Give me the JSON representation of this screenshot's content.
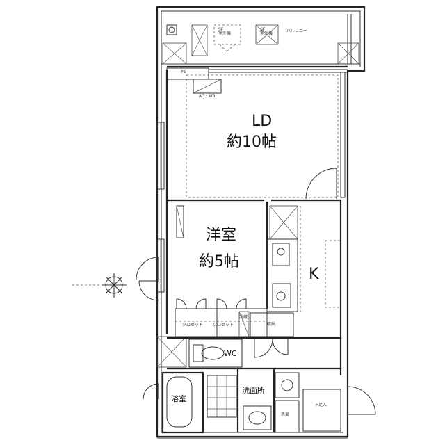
{
  "rooms": {
    "ld": {
      "name": "LD",
      "size": "約10帖"
    },
    "western": {
      "name": "洋室",
      "size": "約5帖"
    },
    "kitchen": {
      "name": "K"
    },
    "wc": {
      "name": "WC"
    },
    "bath": {
      "name": "浴室"
    },
    "washroom": {
      "name": "洗面所"
    }
  },
  "balcony": {
    "label": "バルコニー",
    "unit1": "SF\n室外機",
    "unit2": "SF\n室外機"
  },
  "small_labels": {
    "ps": "PS",
    "acmb": "AC・MB",
    "closet1": "クロゼット",
    "closet2": "クロゼット",
    "fridge": "冷蔵",
    "storage": "収納",
    "laundry": "洗濯",
    "shoes": "下足入"
  }
}
